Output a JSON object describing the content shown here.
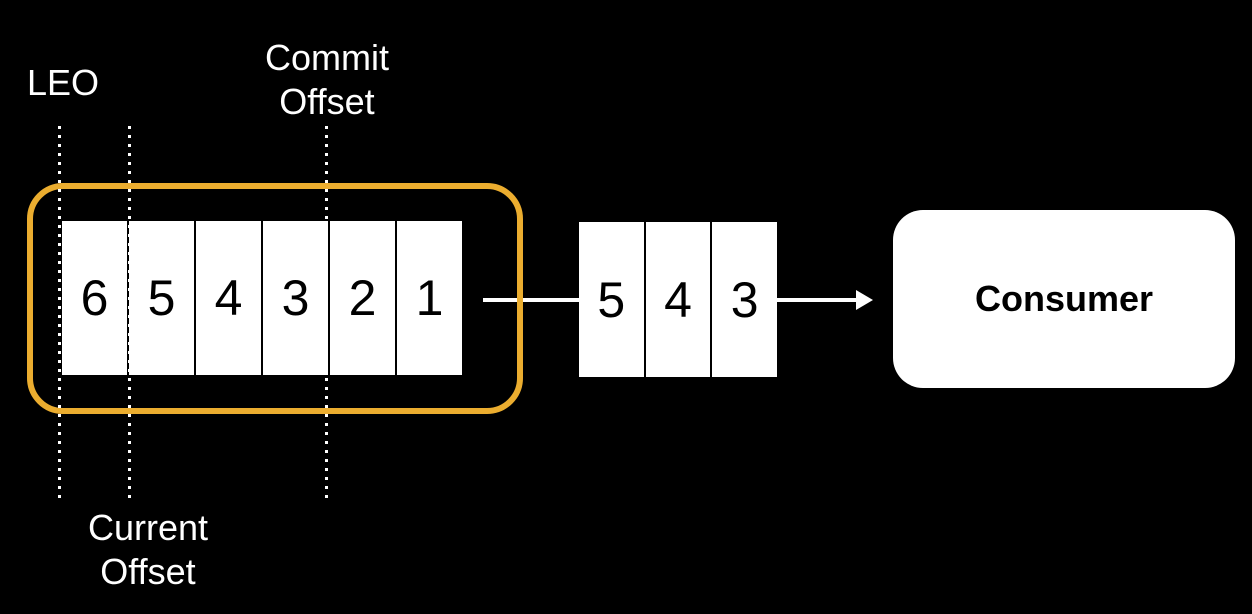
{
  "diagram": {
    "markers": {
      "leo": {
        "label": "LEO"
      },
      "current": {
        "line1": "Current",
        "line2": "Offset"
      },
      "commit": {
        "line1": "Commit",
        "line2": "Offset"
      }
    },
    "partition_queue": {
      "cells": [
        "6",
        "5",
        "4",
        "3",
        "2",
        "1"
      ]
    },
    "in_flight_queue": {
      "cells": [
        "5",
        "4",
        "3"
      ]
    },
    "consumer": {
      "label": "Consumer"
    },
    "colors": {
      "background": "#000000",
      "highlight_border": "#EBAD2F",
      "cell_fill": "#FFFFFF",
      "cell_text": "#000000",
      "label_text": "#FFFFFF",
      "connector": "#FFFFFF"
    }
  }
}
